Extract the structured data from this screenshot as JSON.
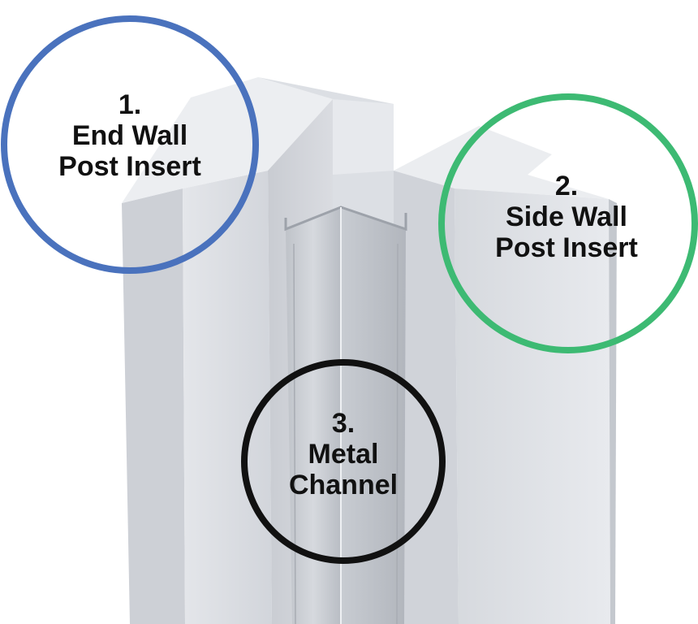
{
  "callouts": [
    {
      "number": "1.",
      "line1": "End Wall",
      "line2": "Post Insert",
      "color": "#4A72BD"
    },
    {
      "number": "2.",
      "line1": "Side Wall",
      "line2": "Post Insert",
      "color": "#3DBA73"
    },
    {
      "number": "3.",
      "line1": "Metal",
      "line2": "Channel",
      "color": "#111111"
    }
  ],
  "colors": {
    "foam_light": "#E6E8EC",
    "foam_mid": "#D3D6DC",
    "foam_dark": "#BFC3CA",
    "channel_light": "#D8DBE0",
    "channel_dark": "#B4B8BF"
  }
}
